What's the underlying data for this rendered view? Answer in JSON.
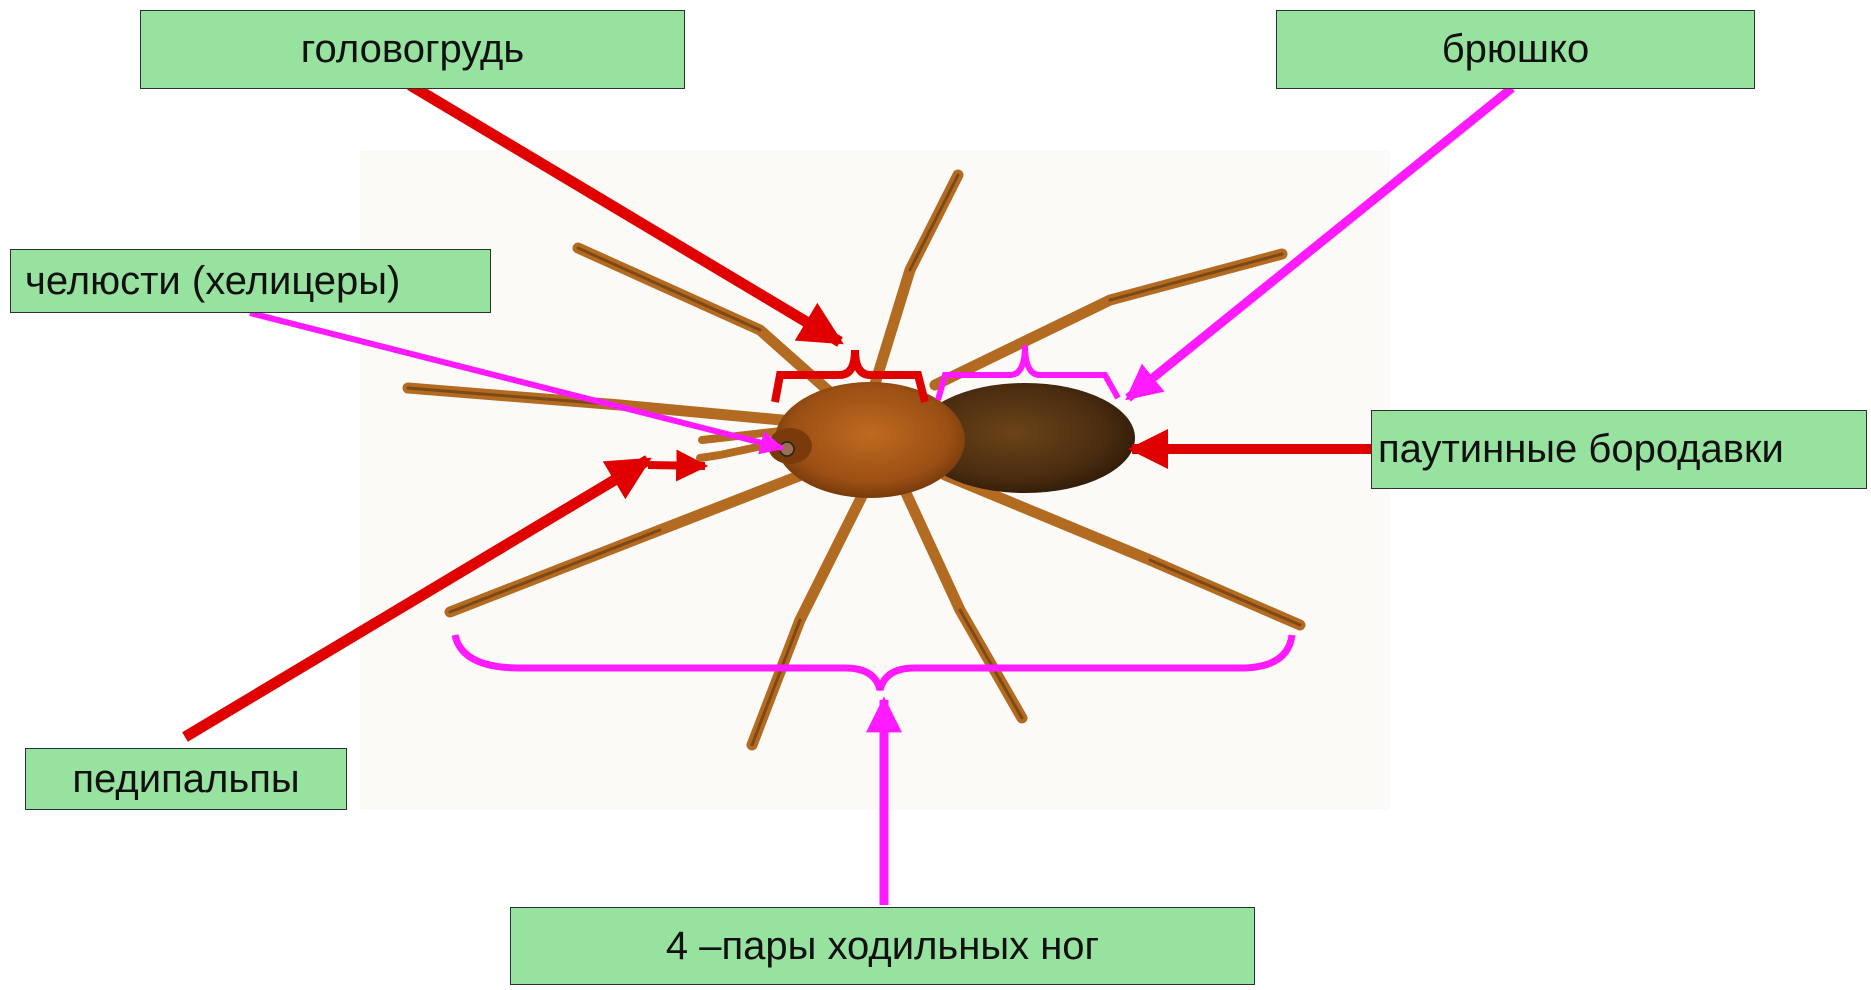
{
  "labels": {
    "cephalothorax": "головогрудь",
    "abdomen": "брюшко",
    "chelicerae": "челюсти (хелицеры)",
    "spinnerets": "паутинные бородавки",
    "pedipalps": "педипальпы",
    "legs": "4 –пары ходильных ног"
  },
  "colors": {
    "label_fill": "#98e2a0",
    "arrow_red": "#e00000",
    "arrow_magenta": "#ff1aff",
    "spider_body": "#8a4a14",
    "spider_abdomen": "#4e2f12",
    "spider_leg": "#b36b22"
  }
}
